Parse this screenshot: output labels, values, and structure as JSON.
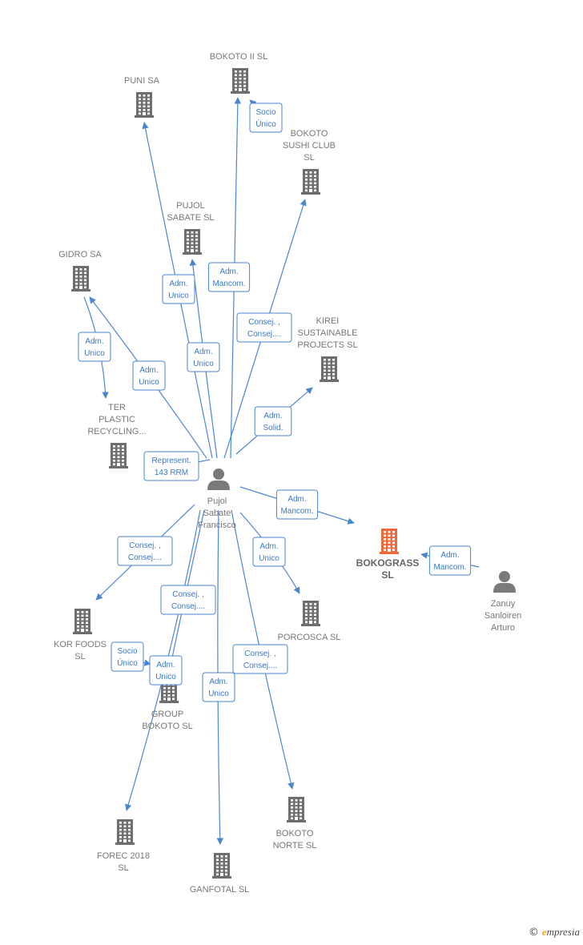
{
  "colors": {
    "edge": "#4a86d0",
    "building": "#6e6e6e",
    "focus_building": "#ee6a3c",
    "person": "#7a7a7a"
  },
  "nodes": [
    {
      "id": "punisa",
      "type": "company",
      "icon": "building-icon",
      "lines": [
        "PUNI SA"
      ]
    },
    {
      "id": "bokoto2",
      "type": "company",
      "icon": "building-icon",
      "lines": [
        "BOKOTO II  SL"
      ]
    },
    {
      "id": "sushi",
      "type": "company",
      "icon": "building-icon",
      "lines": [
        "BOKOTO",
        "SUSHI CLUB",
        "SL"
      ]
    },
    {
      "id": "pujolsab",
      "type": "company",
      "icon": "building-icon",
      "lines": [
        "PUJOL",
        "SABATE  SL"
      ]
    },
    {
      "id": "gidro",
      "type": "company",
      "icon": "building-icon",
      "lines": [
        "GIDRO SA"
      ]
    },
    {
      "id": "kirei",
      "type": "company",
      "icon": "building-icon",
      "lines": [
        "KIREI",
        "SUSTAINABLE",
        "PROJECTS  SL"
      ]
    },
    {
      "id": "ter",
      "type": "company",
      "icon": "building-icon",
      "lines": [
        "TER",
        "PLASTIC",
        "RECYCLING..."
      ]
    },
    {
      "id": "pujolf",
      "type": "person",
      "icon": "person-icon",
      "lines": [
        "Pujol",
        "Sabate",
        "Francisco"
      ]
    },
    {
      "id": "bokograss",
      "type": "company",
      "icon": "building-icon",
      "focus": true,
      "lines": [
        "BOKOGRASS",
        "SL"
      ]
    },
    {
      "id": "zanuy",
      "type": "person",
      "icon": "person-icon",
      "lines": [
        "Zanuy",
        "Sanloiren",
        "Arturo"
      ]
    },
    {
      "id": "korfoods",
      "type": "company",
      "icon": "building-icon",
      "lines": [
        "KOR FOODS",
        "SL"
      ]
    },
    {
      "id": "porcosca",
      "type": "company",
      "icon": "building-icon",
      "lines": [
        "PORCOSCA SL"
      ]
    },
    {
      "id": "groupbok",
      "type": "company",
      "icon": "building-icon",
      "lines": [
        "GROUP",
        "BOKOTO  SL"
      ]
    },
    {
      "id": "bokotonorte",
      "type": "company",
      "icon": "building-icon",
      "lines": [
        "BOKOTO",
        "NORTE  SL"
      ]
    },
    {
      "id": "forec",
      "type": "company",
      "icon": "building-icon",
      "lines": [
        "FOREC 2018",
        "SL"
      ]
    },
    {
      "id": "ganfotal",
      "type": "company",
      "icon": "building-icon",
      "lines": [
        "GANFOTAL SL"
      ]
    }
  ],
  "edges": [
    {
      "from": "pujolf",
      "to": "punisa",
      "label": [
        "Adm.",
        "Unico"
      ]
    },
    {
      "from": "pujolf",
      "to": "bokoto2",
      "label": [
        "Adm.",
        "Mancom."
      ]
    },
    {
      "from": "sushi",
      "to": "bokoto2",
      "label": [
        "Socio",
        "Único"
      ]
    },
    {
      "from": "pujolf",
      "to": "sushi",
      "label": [
        "Consej. ,",
        "Consej...."
      ]
    },
    {
      "from": "pujolf",
      "to": "pujolsab",
      "label": [
        "Adm.",
        "Unico"
      ]
    },
    {
      "from": "pujolf",
      "to": "gidro",
      "label": [
        "Adm.",
        "Unico"
      ]
    },
    {
      "from": "gidro",
      "to": "ter",
      "label": [
        "Adm.",
        "Unico"
      ]
    },
    {
      "from": "pujolf",
      "to": "kirei",
      "label": [
        "Adm.",
        "Solid."
      ]
    },
    {
      "from": "pujolf",
      "to": "ter",
      "label": [
        "Represent.",
        "143 RRM"
      ]
    },
    {
      "from": "pujolf",
      "to": "bokograss",
      "label": [
        "Adm.",
        "Mancom."
      ]
    },
    {
      "from": "zanuy",
      "to": "bokograss",
      "label": [
        "Adm.",
        "Mancom."
      ]
    },
    {
      "from": "pujolf",
      "to": "korfoods",
      "label": [
        "Consej. ,",
        "Consej...."
      ]
    },
    {
      "from": "pujolf",
      "to": "porcosca",
      "label": [
        "Adm.",
        "Unico"
      ]
    },
    {
      "from": "pujolf",
      "to": "groupbok",
      "label": [
        "Consej. ,",
        "Consej...."
      ]
    },
    {
      "from": "korfoods",
      "to": "groupbok",
      "label": [
        "Socio",
        "Único"
      ]
    },
    {
      "from": "pujolf",
      "to": "forec",
      "label": [
        "Adm.",
        "Unico"
      ]
    },
    {
      "from": "pujolf",
      "to": "ganfotal",
      "label": [
        "Adm.",
        "Unico"
      ]
    },
    {
      "from": "pujolf",
      "to": "bokotonorte",
      "label": [
        "Consej. ,",
        "Consej...."
      ]
    }
  ],
  "watermark": {
    "copyright": "©",
    "brand_initial": "e",
    "brand_rest": "mpresia"
  }
}
